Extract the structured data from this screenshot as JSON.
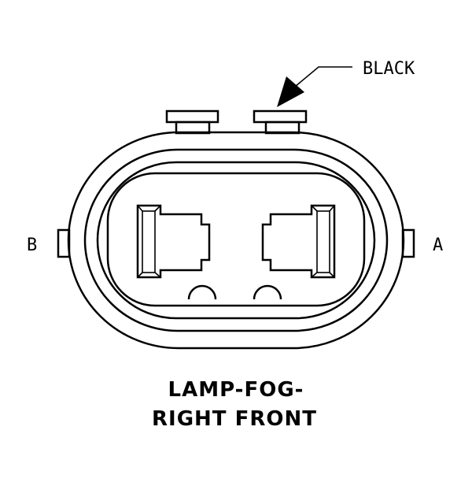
{
  "labels": {
    "wire_color": "BLACK",
    "cavity_left": "B",
    "cavity_right": "A"
  },
  "caption": {
    "line1": "LAMP-FOG-",
    "line2": "RIGHT FRONT"
  }
}
